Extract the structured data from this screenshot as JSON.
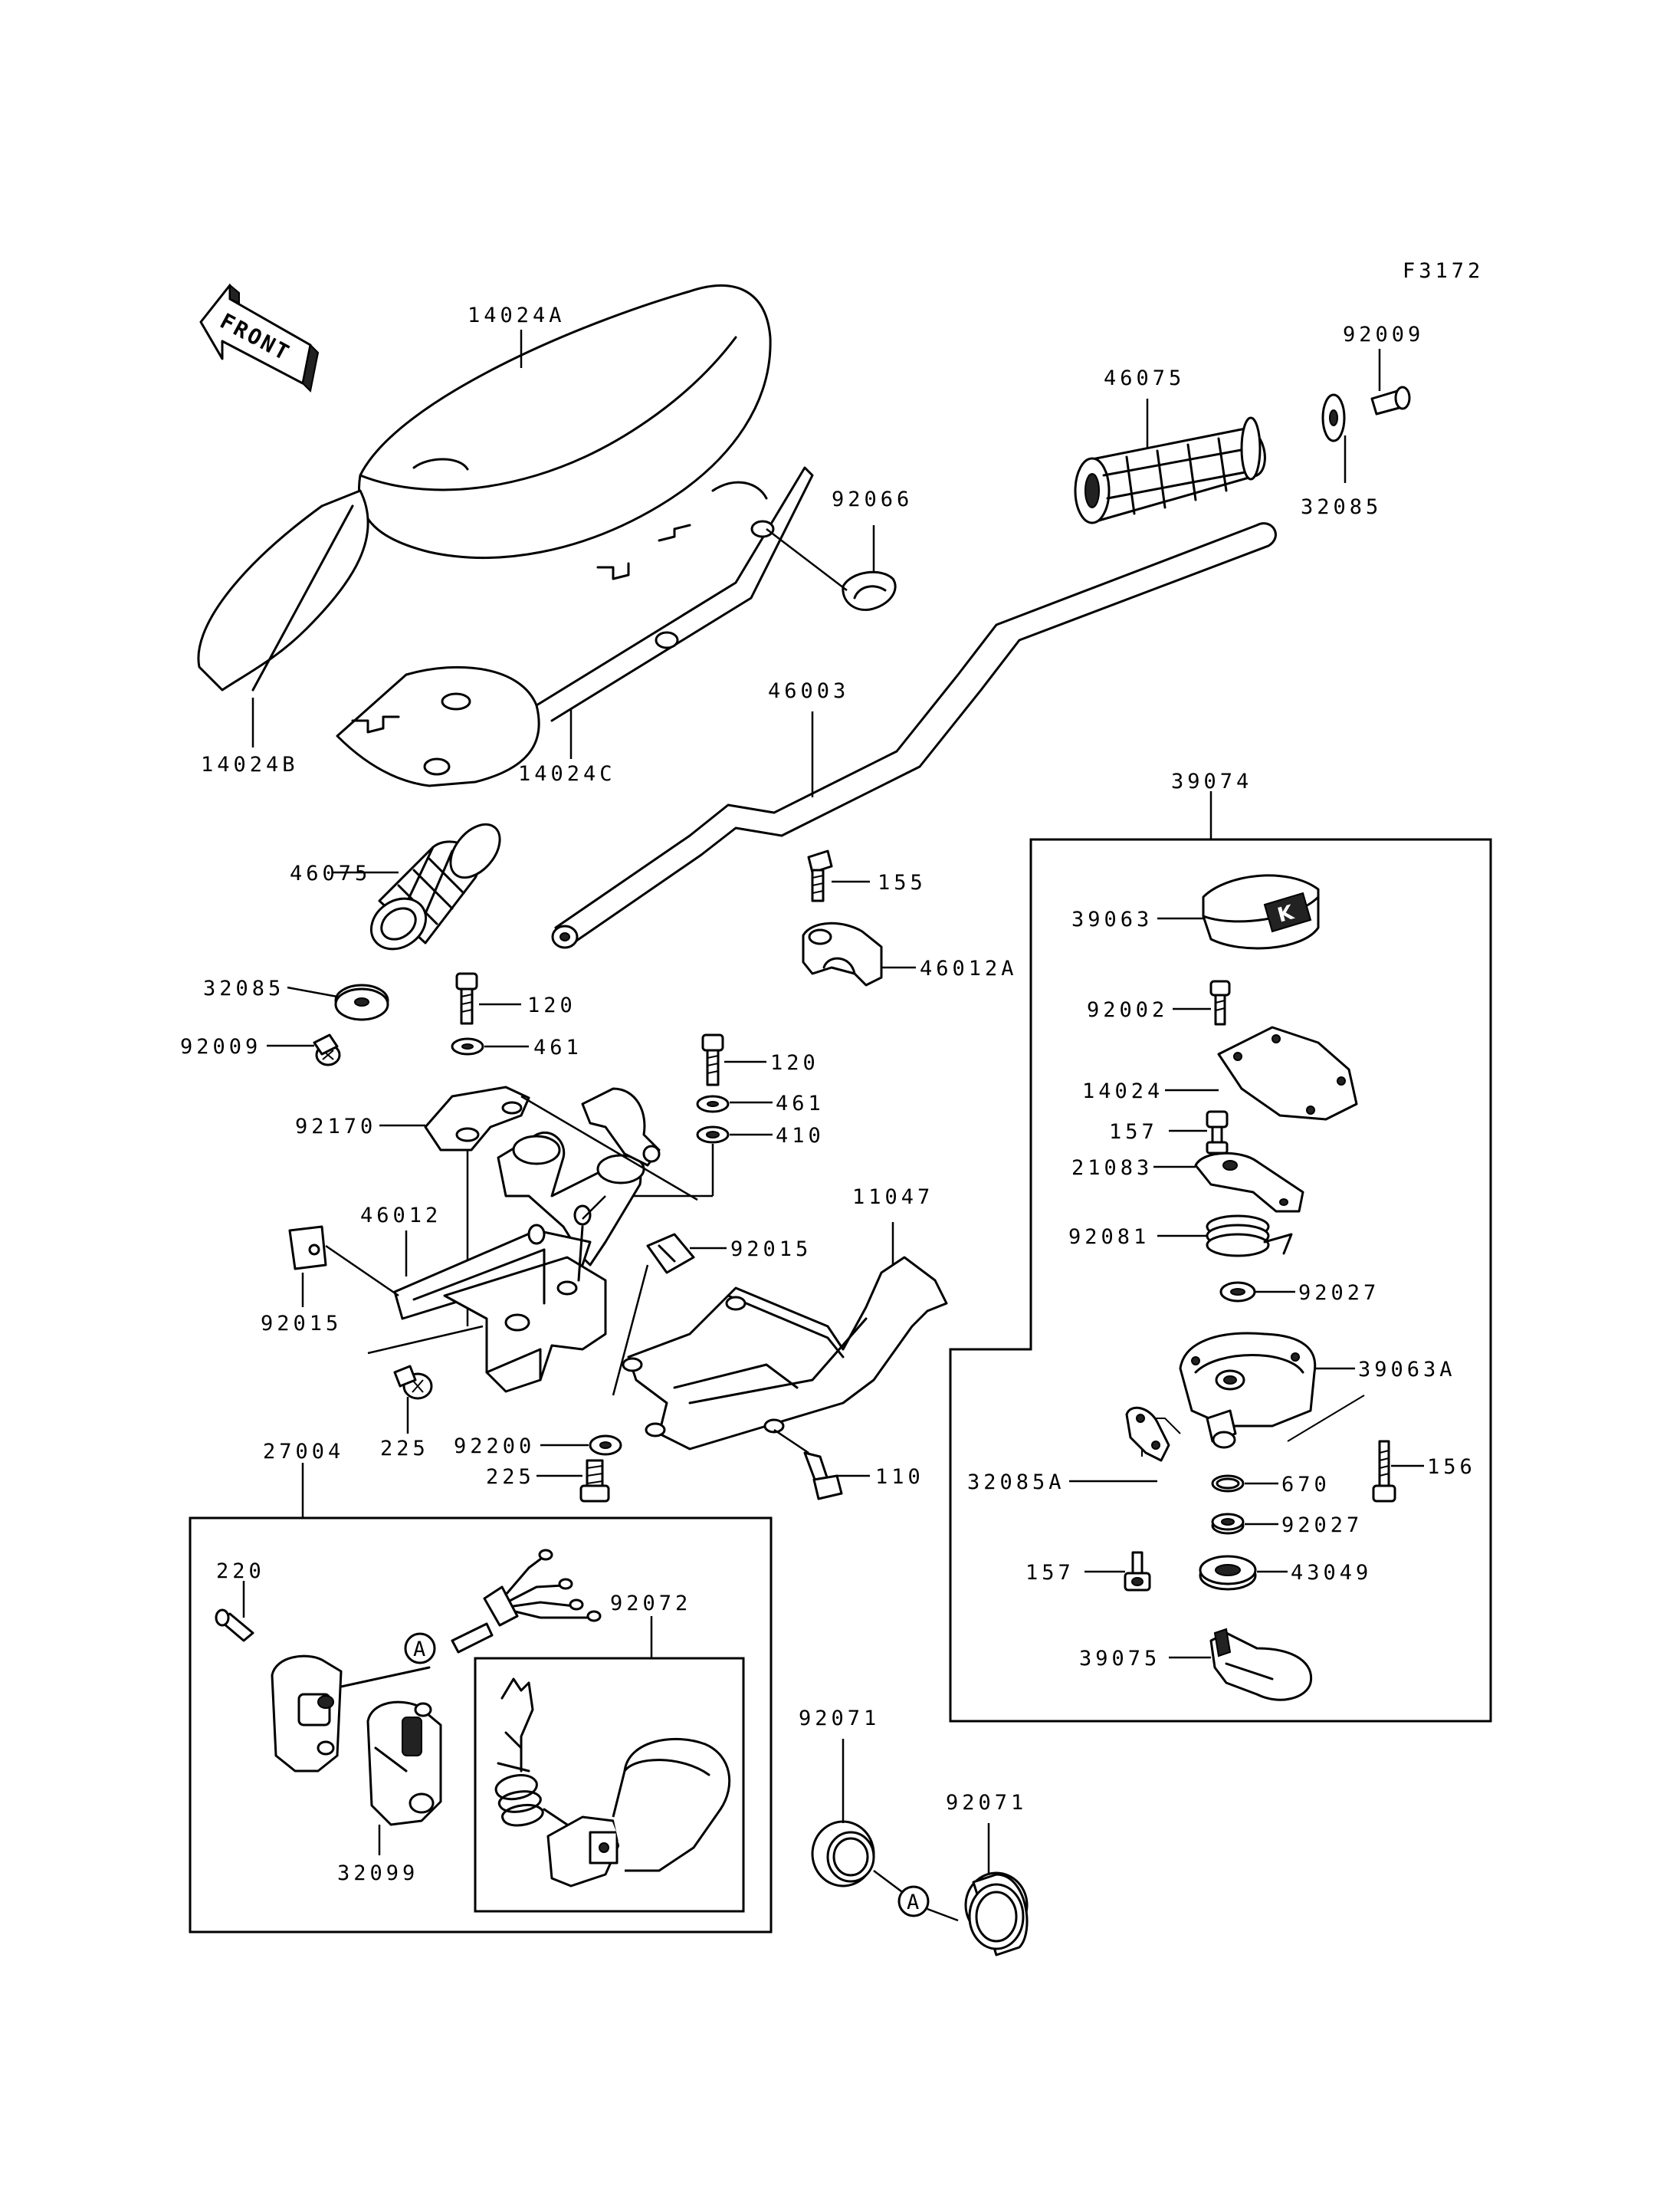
{
  "figure_code": "F3172",
  "front_arrow_text": "FRONT",
  "callout_letter": "A",
  "labels": {
    "p14024A": "14024A",
    "p14024B": "14024B",
    "p14024C": "14024C",
    "p92066": "92066",
    "p46075_top": "46075",
    "p92009_top": "92009",
    "p32085_top": "32085",
    "p46003": "46003",
    "p39074": "39074",
    "p46075_left": "46075",
    "p155": "155",
    "p46012A": "46012A",
    "p39063": "39063",
    "p32085_left": "32085",
    "p120_a": "120",
    "p92009_left": "92009",
    "p461_a": "461",
    "p92002": "92002",
    "p120_b": "120",
    "p14024": "14024",
    "p461_b": "461",
    "p157_a": "157",
    "p92170": "92170",
    "p410": "410",
    "p21083": "21083",
    "p11047": "11047",
    "p46012": "46012",
    "p92081": "92081",
    "p92015_a": "92015",
    "p92027_a": "92027",
    "p92015_b": "92015",
    "p39063A": "39063A",
    "p225_a": "225",
    "p156": "156",
    "p27004": "27004",
    "p92200": "92200",
    "p225_b": "225",
    "p110": "110",
    "p32085A": "32085A",
    "p670": "670",
    "p92027_b": "92027",
    "p220": "220",
    "p157_b": "157",
    "p43049": "43049",
    "p92072": "92072",
    "p39075": "39075",
    "p92071_a": "92071",
    "p92071_b": "92071",
    "p32099": "32099"
  }
}
